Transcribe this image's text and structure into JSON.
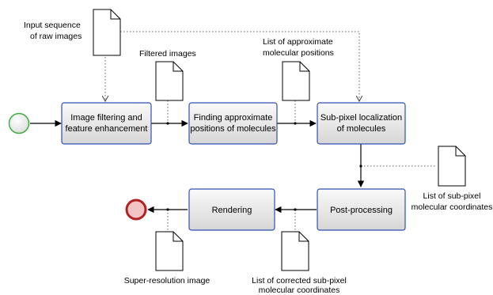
{
  "processes": {
    "filtering": {
      "line1": "Image filtering and",
      "line2": "feature enhancement"
    },
    "finding": {
      "line1": "Finding approximate",
      "line2": "positions of molecules"
    },
    "subpixel": {
      "line1": "Sub-pixel localization",
      "line2": "of molecules"
    },
    "postprocessing": {
      "line1": "Post-processing"
    },
    "rendering": {
      "line1": "Rendering"
    }
  },
  "documents": {
    "input": {
      "line1": "Input sequence",
      "line2": "of raw images"
    },
    "filtered": {
      "line1": "Filtered images"
    },
    "approx": {
      "line1": "List of approximate",
      "line2": "molecular positions"
    },
    "subpixel_coords": {
      "line1": "List of sub-pixel",
      "line2": "molecular coordinates"
    },
    "corrected": {
      "line1": "List of corrected sub-pixel",
      "line2": "molecular coordinates"
    },
    "superres": {
      "line1": "Super-resolution image"
    }
  },
  "colors": {
    "start_stroke": "#3cb043",
    "end_stroke": "#b22222",
    "end_fill": "#f2c4c4",
    "box_stroke": "#2f4fb0",
    "box_fill_top": "#fafafa",
    "box_fill_bottom": "#d6d6d6",
    "arrow": "#000000",
    "dotted": "#666666"
  }
}
